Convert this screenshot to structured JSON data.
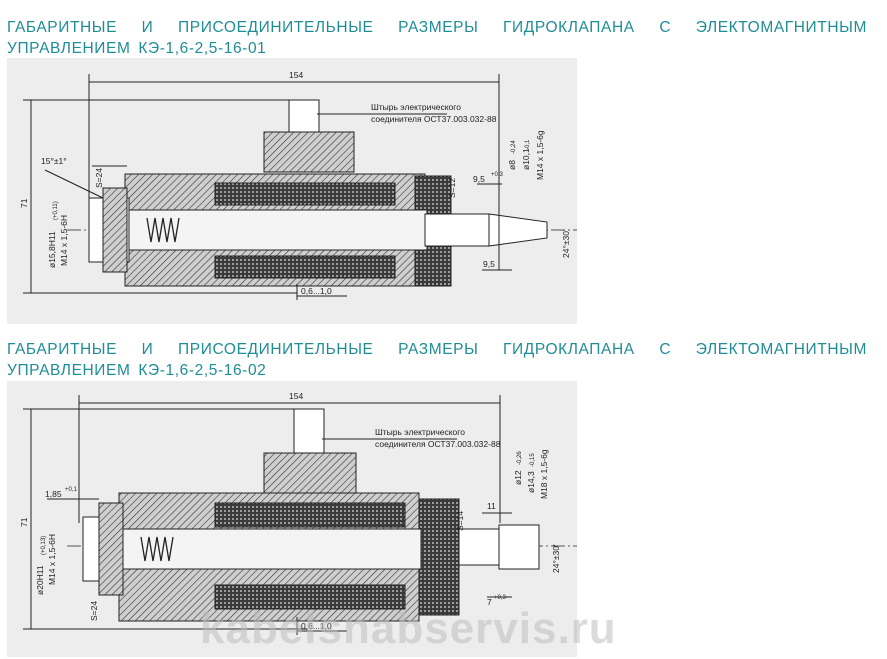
{
  "section_1": {
    "title": "ГАБАРИТНЫЕ И ПРИСОЕДИНИТЕЛЬНЫЕ РАЗМЕРЫ ГИДРОКЛАПАНА С ЭЛЕКТОМАГНИТНЫМ УПРАВЛЕНИЕМ КЭ-1,6-2,5-16-01",
    "dims": {
      "length": "154",
      "height": "71",
      "angle": "15°±1°",
      "wrench_left": "S=24",
      "wrench_right": "S=12",
      "bore": "ø15,8H11",
      "bore_tol": "(+0,11)",
      "thread_left": "M14 x 1,5-6H",
      "pin_1": "ø8",
      "pin_1_tol": "-0,24",
      "pin_2": "ø10,1",
      "pin_2_tol": "-0,1",
      "thread_right": "M14 x 1,5-6g",
      "cone_angle": "24°±30'",
      "len_a": "9,5",
      "len_a_tol": "+0,3",
      "len_b": "9,5",
      "gap": "0,6...1,0",
      "callout": [
        "Штырь электрического",
        "соединителя ОСТ37.003.032-88"
      ]
    }
  },
  "section_2": {
    "title": "ГАБАРИТНЫЕ И ПРИСОЕДИНИТЕЛЬНЫЕ РАЗМЕРЫ ГИДРОКЛАПАНА С ЭЛЕКТОМАГНИТНЫМ УПРАВЛЕНИЕМ КЭ-1,6-2,5-16-02",
    "dims": {
      "length": "154",
      "height": "71",
      "offset": "1,85",
      "offset_tol": "+0,1",
      "wrench_left": "S=24",
      "wrench_right": "S=14",
      "bore": "ø20H11",
      "bore_tol": "(+0,13)",
      "thread_left": "M14 x 1,5-6H",
      "pin_1": "ø12",
      "pin_1_tol": "-0,26",
      "pin_2": "ø14,3",
      "pin_2_tol": "-0,15",
      "thread_right": "M18 x 1,5-6g",
      "cone_angle": "24°±30'",
      "len_a": "11",
      "len_b": "7",
      "len_b_tol": "+0,3",
      "gap": "0,6...1,0",
      "callout": [
        "Штырь электрического",
        "соединителя ОСТ37.003.032-88"
      ]
    }
  },
  "watermark": "kabelsnabservis.ru"
}
